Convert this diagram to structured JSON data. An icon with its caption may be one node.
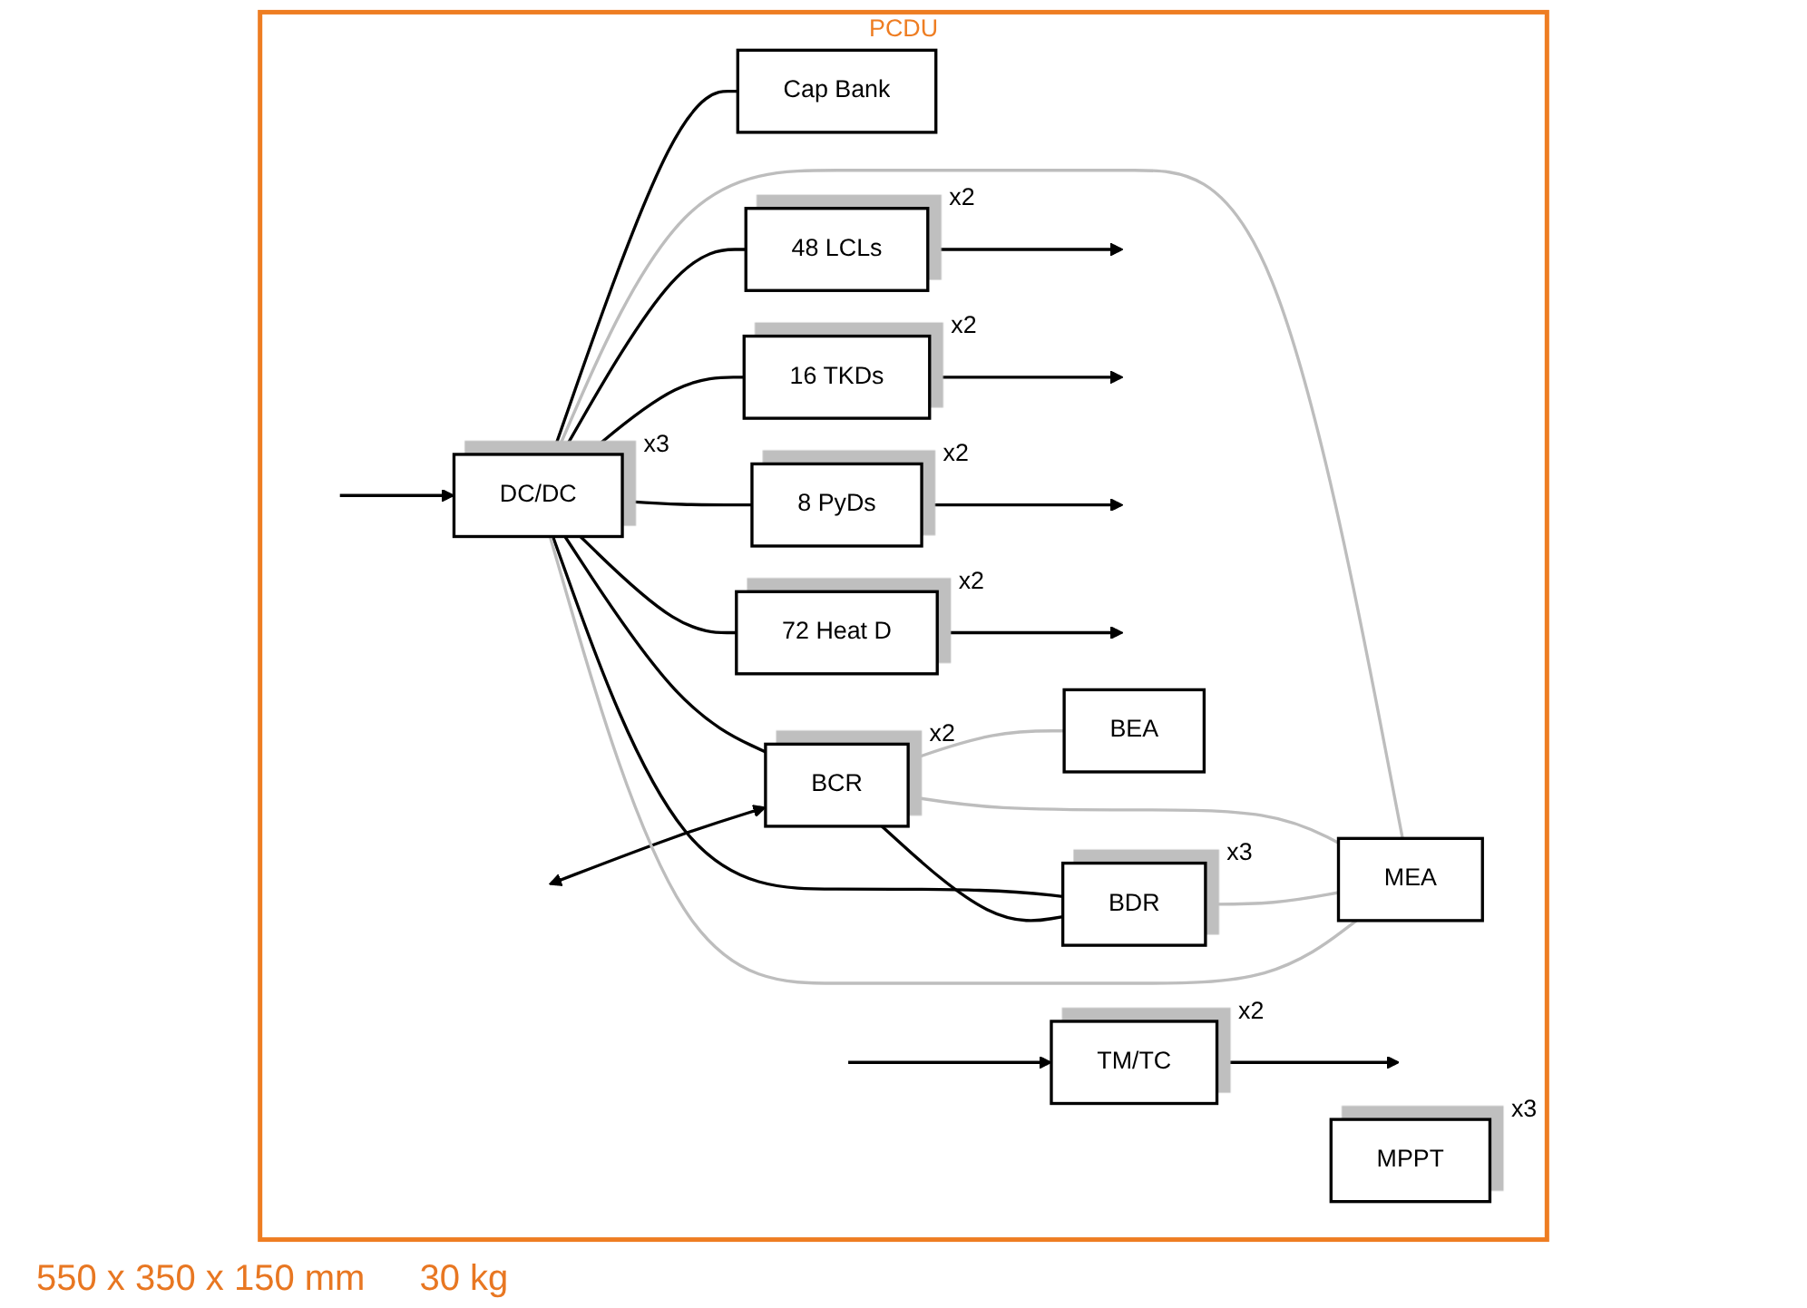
{
  "diagram": {
    "nodes": [
      {
        "text": [
          "PCDU"
        ]
      },
      {
        "text": [
          "DC/DC"
        ],
        "beside": [
          "x3"
        ],
        "in": 0
      },
      {
        "text": [
          "Cap Bank"
        ],
        "in": 0
      },
      {
        "text": [
          "MPPT"
        ],
        "beside": [
          "x3"
        ],
        "in": 0
      },
      {
        "text": [
          "BCR"
        ],
        "beside": [
          "x2"
        ],
        "in": 0
      },
      {
        "text": [
          "BDR"
        ],
        "beside": [
          "x3"
        ],
        "in": 0
      },
      {
        "text": [
          "BEA"
        ],
        "in": 0
      },
      {
        "text": [
          "MEA"
        ],
        "in": 0
      },
      {
        "text": [
          "TM/TC"
        ],
        "beside": [
          "x2"
        ],
        "in": 0
      },
      {
        "text": [
          "48 LCLs"
        ],
        "beside": [
          "x2"
        ],
        "in": 0
      },
      {
        "text": [
          "16 TKDs"
        ],
        "beside": [
          "x2"
        ],
        "in": 0
      },
      {
        "text": [
          "8 PyDs"
        ],
        "beside": [
          "x2"
        ],
        "in": 0
      },
      {
        "text": [
          "72 Heat D"
        ],
        "beside": [
          "x2"
        ],
        "in": 0
      }
    ],
    "edges": [
      {
        "from": null,
        "to": 1,
        "arrow": "to"
      },
      {
        "from": 1,
        "to": 2,
        "arrow": "none"
      },
      {
        "from": 1,
        "to": 4,
        "arrow": "none"
      },
      {
        "from": 1,
        "to": 5,
        "arrow": "none"
      },
      {
        "from": 1,
        "to": 9,
        "arrow": "none"
      },
      {
        "from": 1,
        "to": 10,
        "arrow": "none"
      },
      {
        "from": 1,
        "to": 11,
        "arrow": "none"
      },
      {
        "from": 1,
        "to": 12,
        "arrow": "none"
      },
      {
        "from": 9,
        "to": null,
        "arrow": "to"
      },
      {
        "from": 10,
        "to": null,
        "arrow": "to"
      },
      {
        "from": 11,
        "to": null,
        "arrow": "to"
      },
      {
        "from": 12,
        "to": null,
        "arrow": "to"
      },
      {
        "from": null,
        "to": 4,
        "arrow": "both"
      },
      {
        "from": 4,
        "to": 5,
        "arrow": "none"
      },
      {
        "from": 1,
        "to": 7,
        "arrow": "none",
        "color": "#bdbdbd"
      },
      {
        "from": 4,
        "to": 6,
        "arrow": "none",
        "color": "#bdbdbd"
      },
      {
        "from": 4,
        "to": 7,
        "arrow": "none",
        "color": "#bdbdbd"
      },
      {
        "from": 5,
        "to": 7,
        "arrow": "none",
        "color": "#bdbdbd"
      },
      {
        "from": 1,
        "to": 7,
        "arrow": "none",
        "color": "#bdbdbd"
      },
      {
        "from": null,
        "to": 8,
        "arrow": "to"
      },
      {
        "from": 8,
        "to": null,
        "arrow": "to"
      }
    ],
    "labels": [
      "550 x 350 x 150 mm",
      "30 kg"
    ]
  }
}
